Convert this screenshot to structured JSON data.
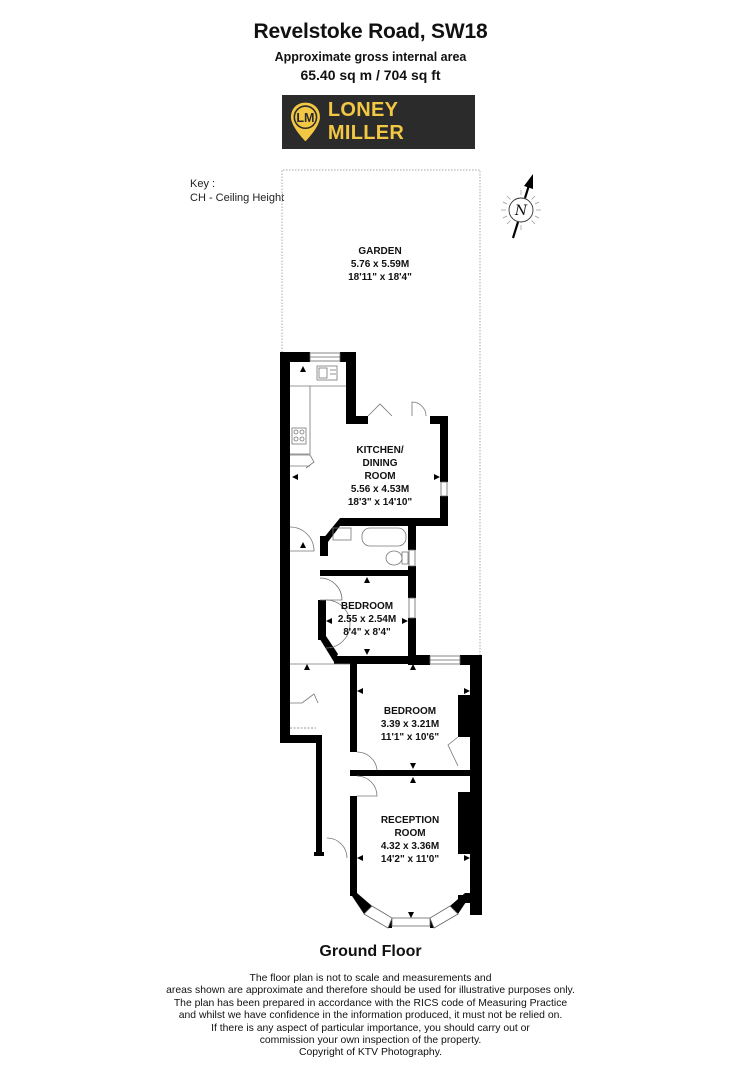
{
  "header": {
    "title": "Revelstoke Road, SW18",
    "subtitle": "Approximate gross internal area",
    "area": "65.40 sq m / 704 sq ft"
  },
  "logo": {
    "monogram": "LM",
    "name": "LONEY MILLER",
    "background_color": "#2b2b2b",
    "accent_color": "#f2c744"
  },
  "key": {
    "title": "Key :",
    "items": [
      "CH - Ceiling Height"
    ]
  },
  "compass": {
    "icon": "north-arrow-icon",
    "letter": "N"
  },
  "rooms": [
    {
      "name_lines": [
        "GARDEN"
      ],
      "metric": "5.76 x 5.59M",
      "imperial": "18'11\" x 18'4\""
    },
    {
      "name_lines": [
        "KITCHEN/",
        "DINING",
        "ROOM"
      ],
      "metric": "5.56 x 4.53M",
      "imperial": "18'3\" x 14'10\""
    },
    {
      "name_lines": [
        "BEDROOM"
      ],
      "metric": "2.55 x 2.54M",
      "imperial": "8'4\" x 8'4\""
    },
    {
      "name_lines": [
        "BEDROOM"
      ],
      "metric": "3.39 x 3.21M",
      "imperial": "11'1\" x 10'6\""
    },
    {
      "name_lines": [
        "RECEPTION",
        "ROOM"
      ],
      "metric": "4.32 x 3.36M",
      "imperial": "14'2\" x 11'0\""
    }
  ],
  "floor_label": "Ground Floor",
  "disclaimer": [
    "The floor plan is not to scale and measurements and",
    "areas shown are approximate and therefore should be used for illustrative purposes only.",
    "The plan has been prepared in accordance with the RICS code of Measuring Practice",
    "and whilst we have confidence in the information produced, it must not be relied on.",
    "If there is any aspect of particular importance, you should carry out or",
    "commission your own inspection of the property.",
    "Copyright of KTV Photography."
  ]
}
